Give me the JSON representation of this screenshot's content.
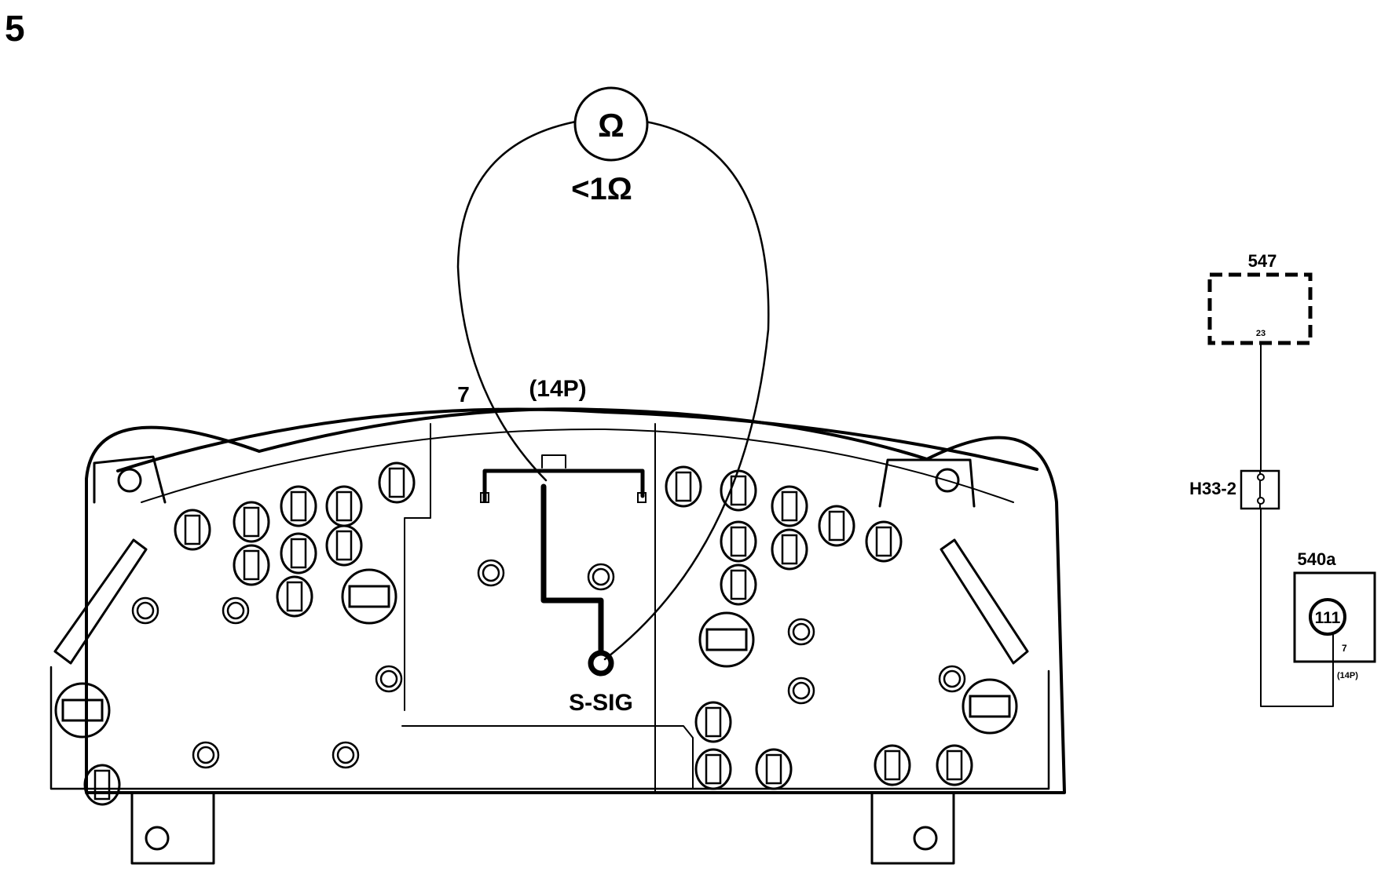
{
  "step_number": "5",
  "meter": {
    "symbol": "Ω",
    "reading": "<1Ω"
  },
  "cluster": {
    "pin_label": "7",
    "connector_label": "(14P)",
    "terminal_label": "S-SIG"
  },
  "schematic": {
    "module_547": {
      "label": "547",
      "pin": "23"
    },
    "connector_h33": {
      "label": "H33-2"
    },
    "module_540a": {
      "label": "540a",
      "circle_label": "111",
      "pin": "7",
      "connector": "(14P)"
    }
  }
}
